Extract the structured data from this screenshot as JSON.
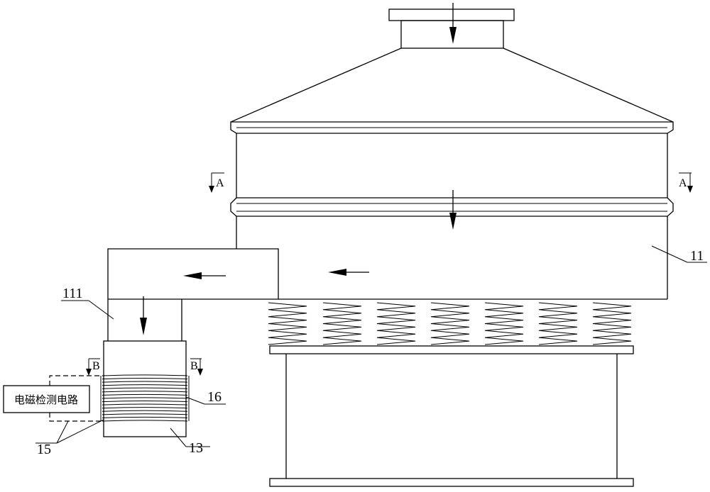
{
  "labels": {
    "screen_machine": "11",
    "outlet_pipe": "111",
    "measuring_tube": "13",
    "detection_lines": "15",
    "coil": "16"
  },
  "section_marks": {
    "a": "A",
    "b": "B"
  },
  "detection_box": {
    "text": "电磁检测电路"
  },
  "icons": [
    "arrow-down-icon",
    "arrow-left-icon",
    "section-arrow-icon"
  ]
}
